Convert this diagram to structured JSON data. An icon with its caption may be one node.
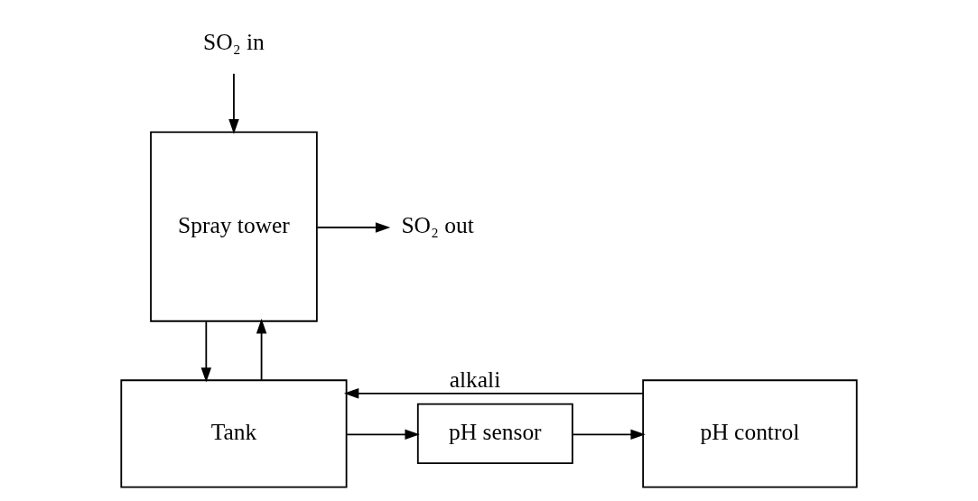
{
  "diagram": {
    "nodes": [
      {
        "text": [
          "SO₂ in"
        ]
      },
      {
        "text": [
          "Spray tower"
        ]
      },
      {
        "text": [
          "SO₂ out"
        ]
      },
      {
        "text": [
          "pH control"
        ]
      },
      {
        "text": [
          "Tank"
        ]
      },
      {
        "text": [
          "pH sensor"
        ]
      }
    ],
    "edges": [
      {
        "from": 0,
        "to": 1,
        "arrow": "to"
      },
      {
        "from": 1,
        "to": 2,
        "arrow": "to"
      },
      {
        "from": 1,
        "to": 4,
        "arrow": "to"
      },
      {
        "from": 3,
        "to": 4,
        "arrow": "to",
        "label": "alkali"
      },
      {
        "from": 4,
        "to": 5,
        "arrow": "to"
      },
      {
        "from": 4,
        "to": 1,
        "arrow": "to"
      },
      {
        "from": 5,
        "to": 3,
        "arrow": "to"
      }
    ]
  }
}
